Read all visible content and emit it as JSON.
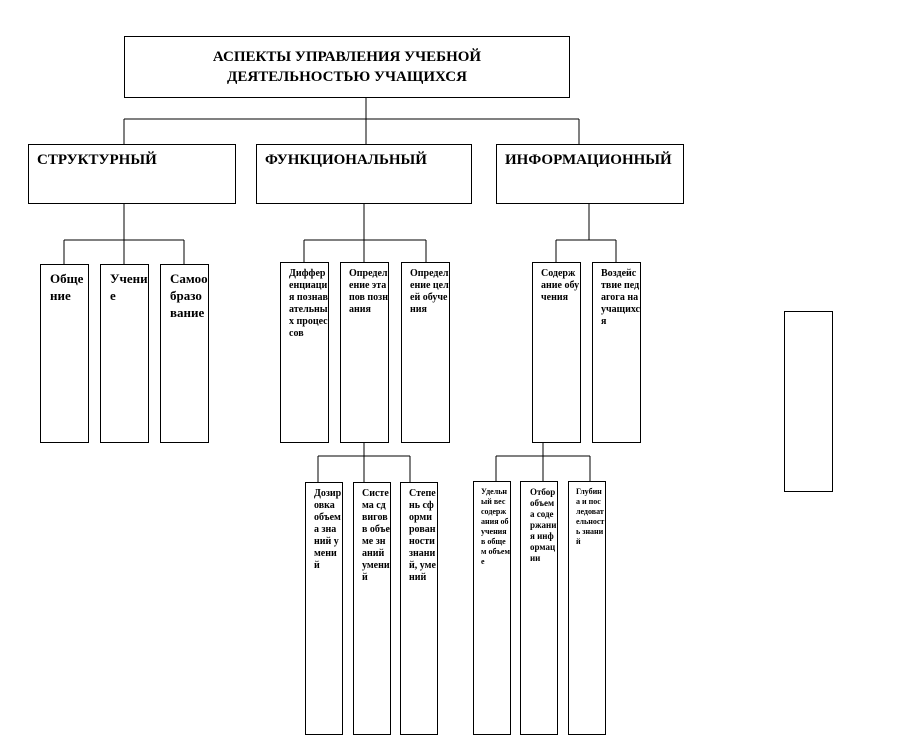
{
  "diagram": {
    "title": "АСПЕКТЫ УПРАВЛЕНИЯ УЧЕБНОЙ ДЕЯТЕЛЬНОСТЬЮ УЧАЩИХСЯ",
    "aspects": {
      "structural": {
        "label": "СТРУКТУРНЫЙ",
        "items": {
          "communication": "Общение",
          "learning": "Учение",
          "self_education": "Самообразование"
        }
      },
      "functional": {
        "label": "ФУНКЦИОНАЛЬНЫЙ",
        "items": {
          "differentiation": "Дифференциация познавательных процессов",
          "stages": "Определение этапов познания",
          "goals": "Определение целей обучения"
        },
        "sub_items": {
          "dosage": "Дозировка объема знаний умений",
          "system": "Система сдвигов в объеме знаний умений",
          "degree": "Степень сформированности знаний, умений"
        }
      },
      "informational": {
        "label": "ИНФОРМАЦИОННЫЙ",
        "items": {
          "content": "Содержание обучения",
          "influence": "Воздействие педагога на учащихся"
        },
        "sub_items": {
          "share": "Удельный вес содержания обучения в общем объеме",
          "selection": "Отбор объема содержания информации",
          "depth": "Глубина и последовательность знаний"
        }
      }
    }
  }
}
